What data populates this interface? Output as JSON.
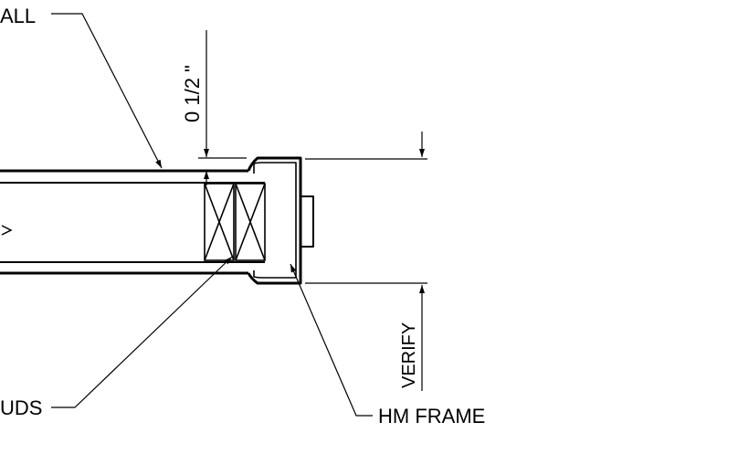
{
  "labels": {
    "wall": "ALL",
    "studs": "UDS",
    "frame": "HM FRAME",
    "dim_top": "0  1/2 \"",
    "dim_verify": "VERIFY"
  },
  "colors": {
    "ink": "#000000",
    "paper": "#ffffff"
  }
}
